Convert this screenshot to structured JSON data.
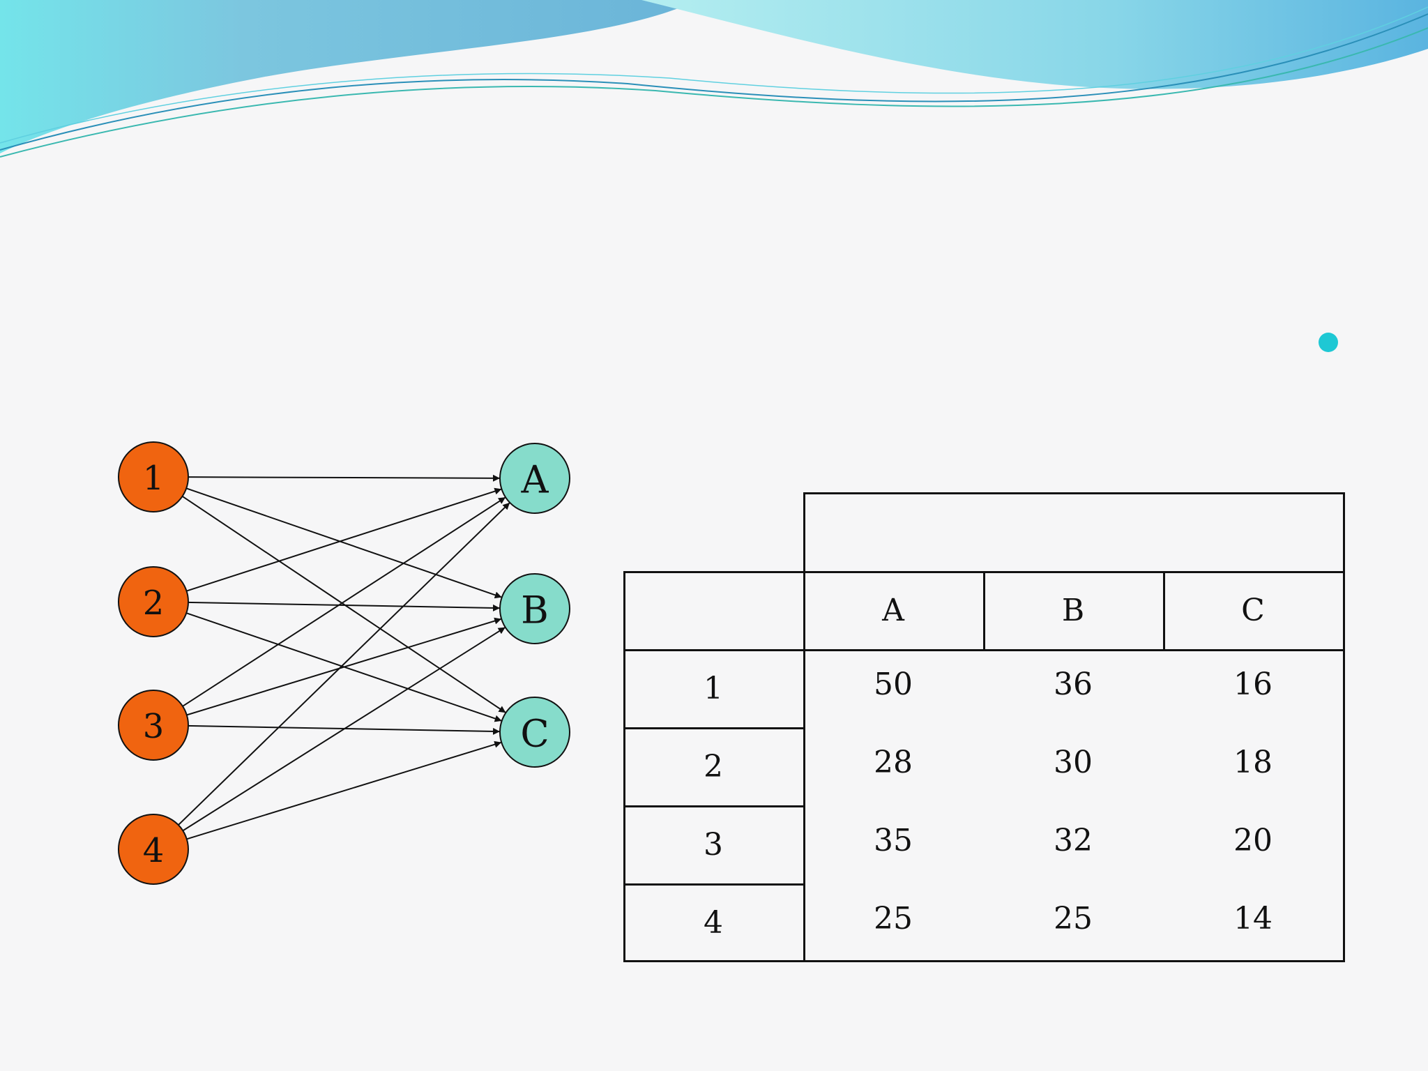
{
  "colors": {
    "source_node_fill": "#f06410",
    "dest_node_fill": "#86dccb",
    "bullet": "#1ec8d4",
    "wave_blue": "#6cc4de",
    "wave_cyan": "#7ee6e8"
  },
  "network": {
    "sources": [
      {
        "id": "1",
        "label": "1"
      },
      {
        "id": "2",
        "label": "2"
      },
      {
        "id": "3",
        "label": "3"
      },
      {
        "id": "4",
        "label": "4"
      }
    ],
    "destinations": [
      {
        "id": "A",
        "label": "A"
      },
      {
        "id": "B",
        "label": "B"
      },
      {
        "id": "C",
        "label": "C"
      }
    ],
    "edges": [
      [
        "1",
        "A"
      ],
      [
        "1",
        "B"
      ],
      [
        "1",
        "C"
      ],
      [
        "2",
        "A"
      ],
      [
        "2",
        "B"
      ],
      [
        "2",
        "C"
      ],
      [
        "3",
        "A"
      ],
      [
        "3",
        "B"
      ],
      [
        "3",
        "C"
      ],
      [
        "4",
        "A"
      ],
      [
        "4",
        "B"
      ],
      [
        "4",
        "C"
      ]
    ]
  },
  "table": {
    "header_top": "",
    "corner": "",
    "columns": [
      "A",
      "B",
      "C"
    ],
    "rows": [
      {
        "label": "1",
        "values": [
          "50",
          "36",
          "16"
        ]
      },
      {
        "label": "2",
        "values": [
          "28",
          "30",
          "18"
        ]
      },
      {
        "label": "3",
        "values": [
          "35",
          "32",
          "20"
        ]
      },
      {
        "label": "4",
        "values": [
          "25",
          "25",
          "14"
        ]
      }
    ]
  }
}
